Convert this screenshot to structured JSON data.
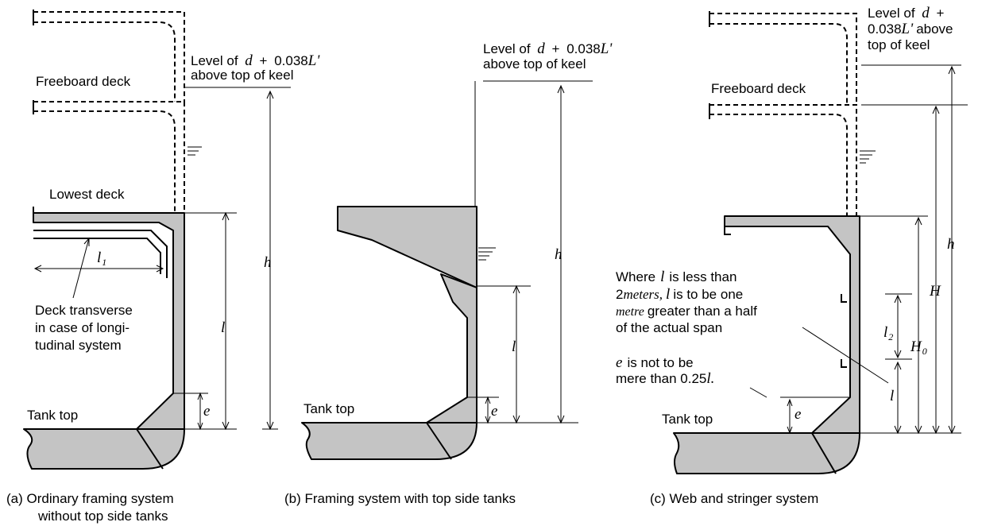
{
  "labels": {
    "level_line1": "Level of",
    "level_d": "d",
    "level_plus": "+",
    "level_value": "0.038",
    "level_L": "L'",
    "level_line2": "above top of keel",
    "level_c_line2": "0.038",
    "level_c_line2_tail": "above",
    "level_c_line3": "top of keel",
    "freeboard_deck": "Freeboard deck",
    "lowest_deck": "Lowest deck",
    "tank_top": "Tank top",
    "deck_transverse_1": "Deck transverse",
    "deck_transverse_2": "in case of longi-",
    "deck_transverse_3": "tudinal system"
  },
  "symbols": {
    "h": "h",
    "l": "l",
    "l1": "l",
    "l1_sub": "1",
    "e": "e",
    "H": "H",
    "H0": "H",
    "H0_sub": "0",
    "l2": "l",
    "l2_sub": "2"
  },
  "notes": {
    "where_1a": "Where",
    "where_1b": "is less than",
    "where_2a": "2",
    "where_2b": "meters,",
    "where_2c": "is to be one",
    "where_3a": "metre",
    "where_3b": "greater than a half",
    "where_4": "of the actual span",
    "e_1a": "e",
    "e_1b": "is not to be",
    "e_2a": "mere than 0.25",
    "e_2b": "l."
  },
  "captions": {
    "a_line1": "(a)  Ordinary framing system",
    "a_line2": "without top side tanks",
    "b": "(b)  Framing system with top side tanks",
    "c": "(c)  Web and stringer system"
  }
}
